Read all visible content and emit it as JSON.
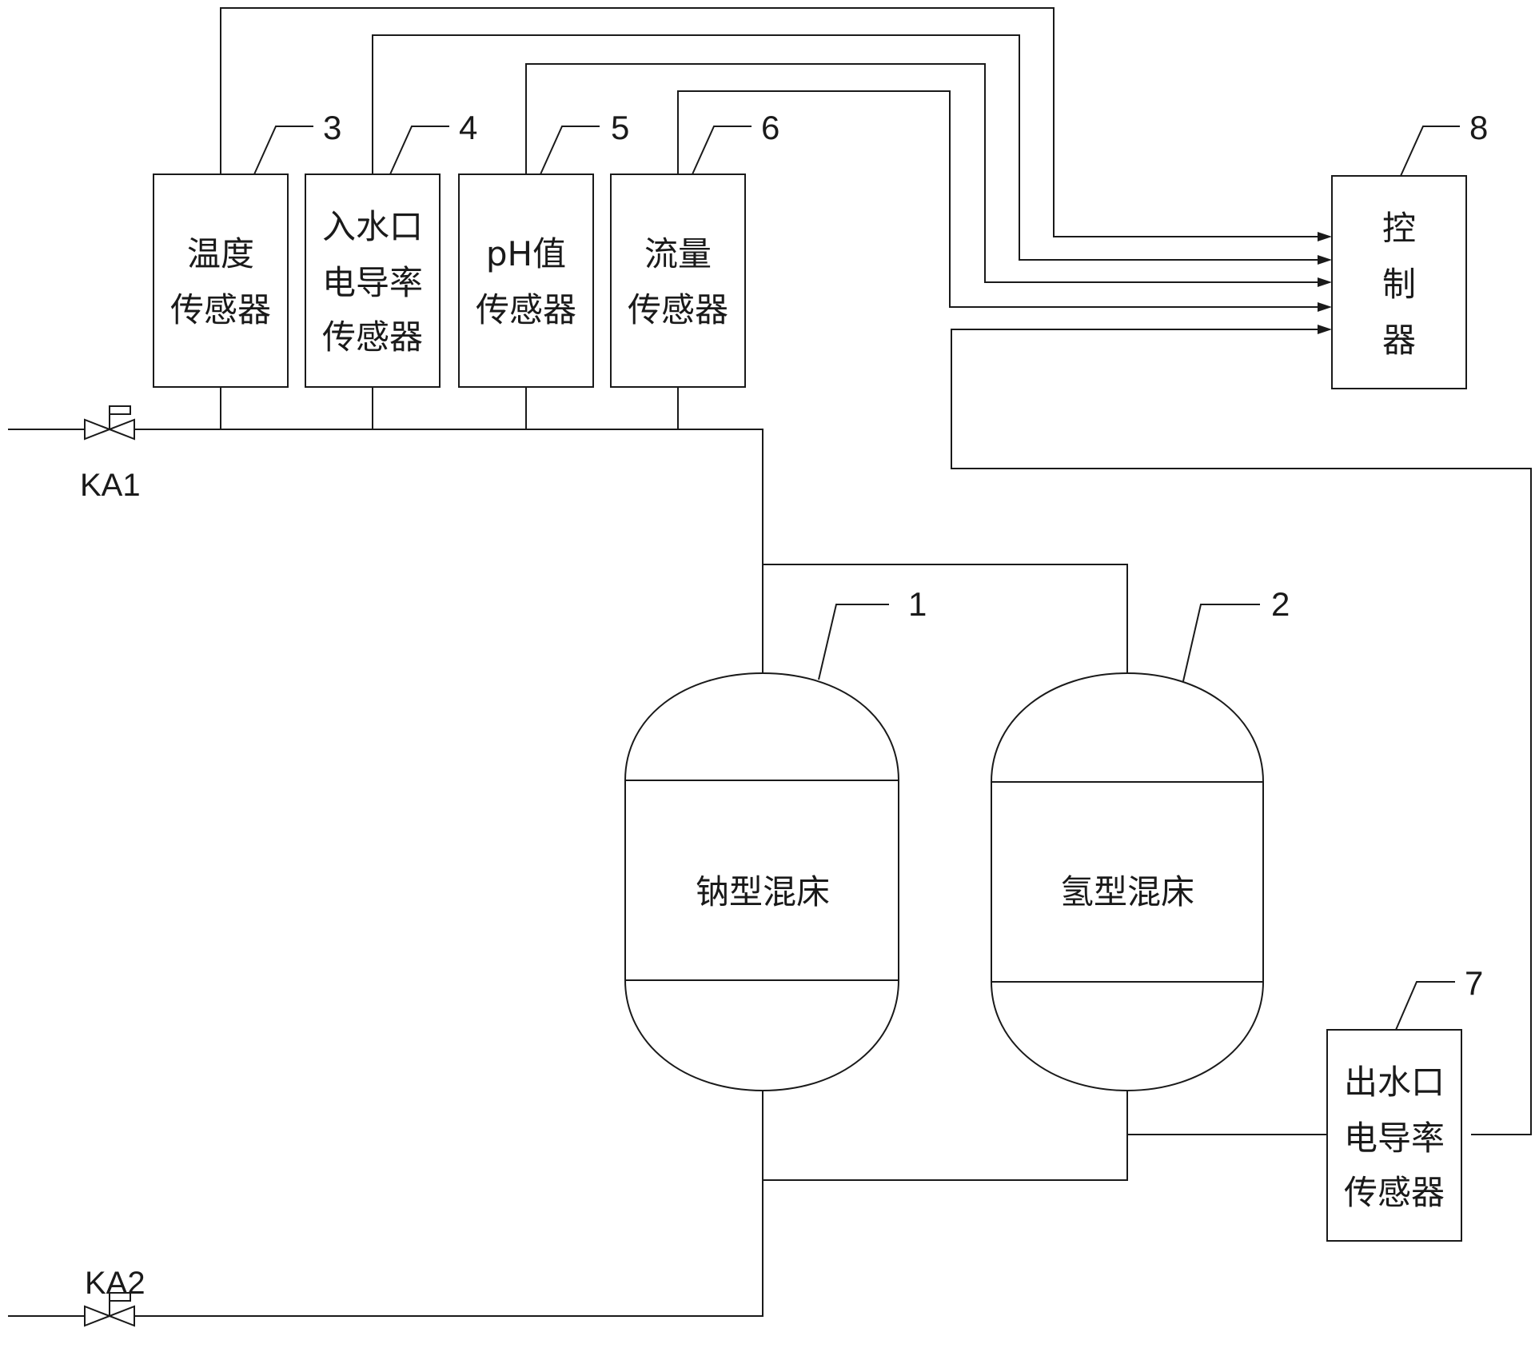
{
  "sensors": {
    "temperature": {
      "number": "3",
      "lines": [
        "温度",
        "传感器"
      ]
    },
    "inlet_conductivity": {
      "number": "4",
      "lines": [
        "入水口",
        "电导率",
        "传感器"
      ]
    },
    "ph": {
      "number": "5",
      "lines": [
        "pH值",
        "传感器"
      ]
    },
    "flow": {
      "number": "6",
      "lines": [
        "流量",
        "传感器"
      ]
    },
    "outlet_conductivity": {
      "number": "7",
      "lines": [
        "出水口",
        "电导率",
        "传感器"
      ]
    }
  },
  "controller": {
    "number": "8",
    "lines": [
      "控",
      "制",
      "器"
    ]
  },
  "beds": {
    "sodium": {
      "number": "1",
      "label": "钠型混床"
    },
    "hydrogen": {
      "number": "2",
      "label": "氢型混床"
    }
  },
  "valves": {
    "inlet": {
      "label": "KA1"
    },
    "outlet": {
      "label": "KA2"
    }
  }
}
